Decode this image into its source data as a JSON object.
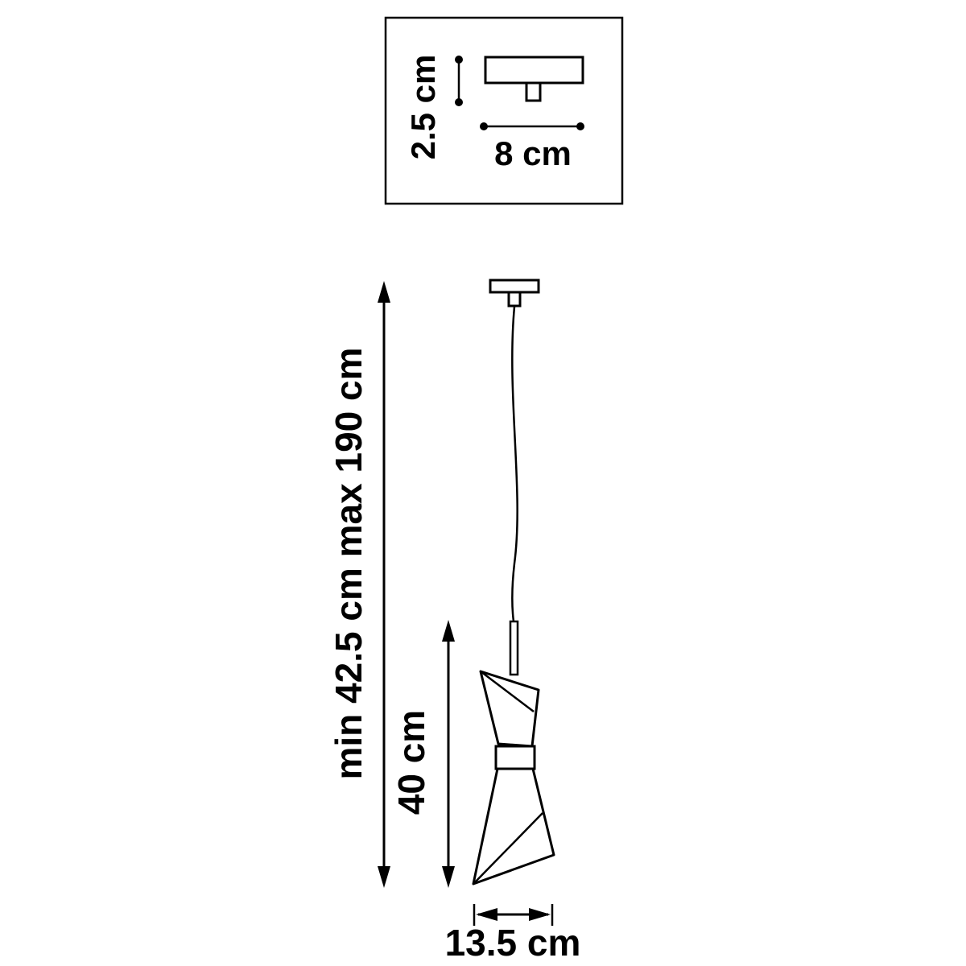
{
  "labels": {
    "canopy_height": "2.5 cm",
    "canopy_width": "8 cm",
    "overall_height": "min 42.5 cm max 190 cm",
    "fixture_height": "40 cm",
    "shade_width": "13.5 cm"
  }
}
